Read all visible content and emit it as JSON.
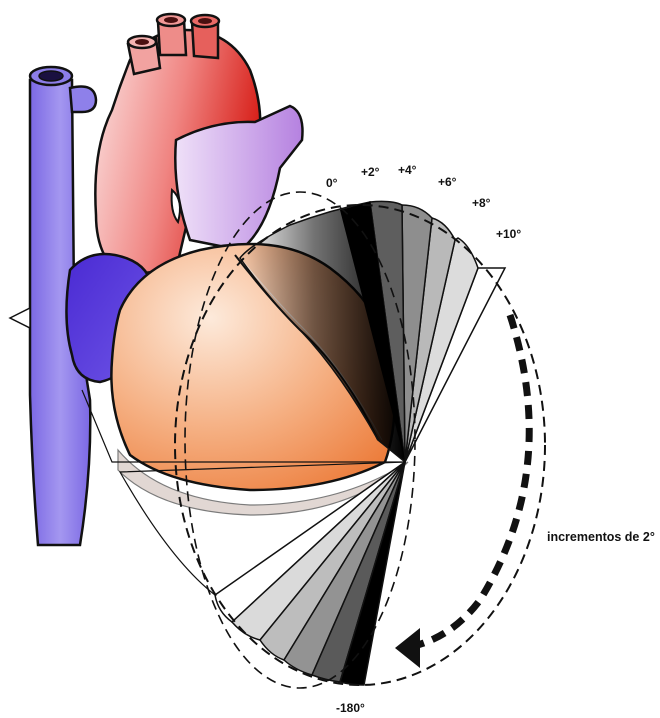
{
  "labels": {
    "deg_0": "0°",
    "deg_p2": "+2°",
    "deg_p4": "+4°",
    "deg_p6": "+6°",
    "deg_p8": "+8°",
    "deg_p10": "+10°",
    "deg_m180": "-180°",
    "increments": "incrementos de 2°"
  },
  "colors": {
    "vein": "#8d7bea",
    "vein_dark": "#5b3fd9",
    "aorta_red": "#e0312c",
    "aorta_light": "#f7c9c8",
    "pulmonary": "#c79ae6",
    "ventricle_orange": "#f08a4a",
    "ventricle_light": "#fde3d0"
  }
}
